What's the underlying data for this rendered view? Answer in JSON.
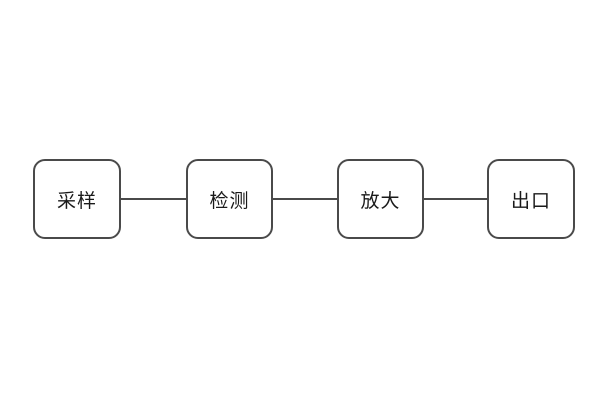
{
  "diagram": {
    "nodes": [
      {
        "id": "sampling",
        "label": "采样"
      },
      {
        "id": "detection",
        "label": "检测"
      },
      {
        "id": "amplification",
        "label": "放大"
      },
      {
        "id": "outlet",
        "label": "出口"
      }
    ],
    "connectors": 3,
    "colors": {
      "background": "#ffffff",
      "node_fill": "#ffffff",
      "node_border": "#4a4a4a",
      "text": "#1a1a1a",
      "connector": "#4a4a4a"
    }
  }
}
